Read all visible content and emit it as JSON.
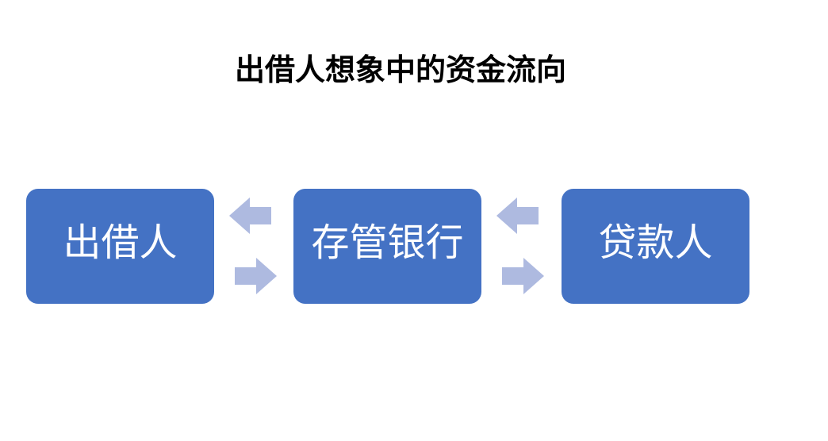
{
  "title": "出借人想象中的资金流向",
  "colors": {
    "background": "#FFFFFF",
    "node_fill": "#4472C4",
    "node_text": "#FFFFFF",
    "arrow_fill": "#AEBAE0",
    "title_text": "#000000"
  },
  "nodes": [
    {
      "id": "lender",
      "label": "出借人"
    },
    {
      "id": "custodian-bank",
      "label": "存管银行"
    },
    {
      "id": "borrower",
      "label": "贷款人"
    }
  ],
  "connectors": [
    {
      "between": "lender-and-custodian-bank",
      "arrows": [
        "points-left",
        "points-right"
      ]
    },
    {
      "between": "custodian-bank-and-borrower",
      "arrows": [
        "points-left",
        "points-right"
      ]
    }
  ]
}
